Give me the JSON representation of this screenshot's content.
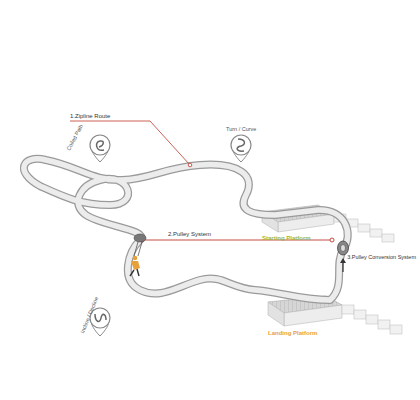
{
  "diagram": {
    "labels": [
      "1.Zipline Route",
      "Coiled Path",
      "Turn / Curve",
      "2.Pulley System",
      "Starting Platform",
      "3.Pulley Conversion System",
      "Incline / Decline",
      "Landing Platform"
    ]
  }
}
